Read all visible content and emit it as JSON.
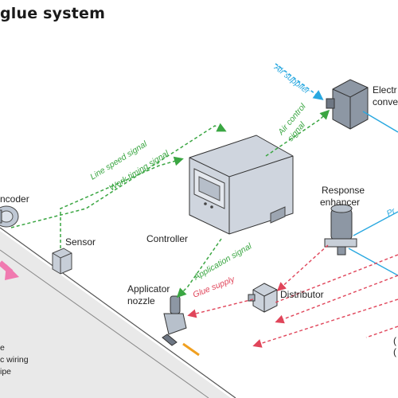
{
  "title": "glue system",
  "labels": {
    "encoder": "ncoder",
    "sensor": "Sensor",
    "controller": "Controller",
    "response": "Response",
    "enhancer": "enhancer",
    "distributor": "Distributor",
    "applicator": "Applicator",
    "nozzle": "nozzle",
    "electro1": "Electr",
    "electro2": "conve",
    "right1": "(",
    "right2": "("
  },
  "signals": {
    "line_speed": "Line speed signal",
    "work_timing": "Work timing signal",
    "air_control1": "Air control",
    "air_control2": "signal",
    "air_supplier": "Air supplier",
    "application": "Application signal",
    "glue_supply": "Glue supply",
    "pr": "Pr"
  },
  "legend": {
    "l1": "e",
    "l2": "c wiring",
    "l3": "ipe"
  },
  "colors": {
    "signal_green": "#3aa642",
    "air_blue": "#29a8e0",
    "glue_red": "#e0455a",
    "conveyor": "#e6e6e6",
    "arrow_pink": "#f07ab0"
  }
}
